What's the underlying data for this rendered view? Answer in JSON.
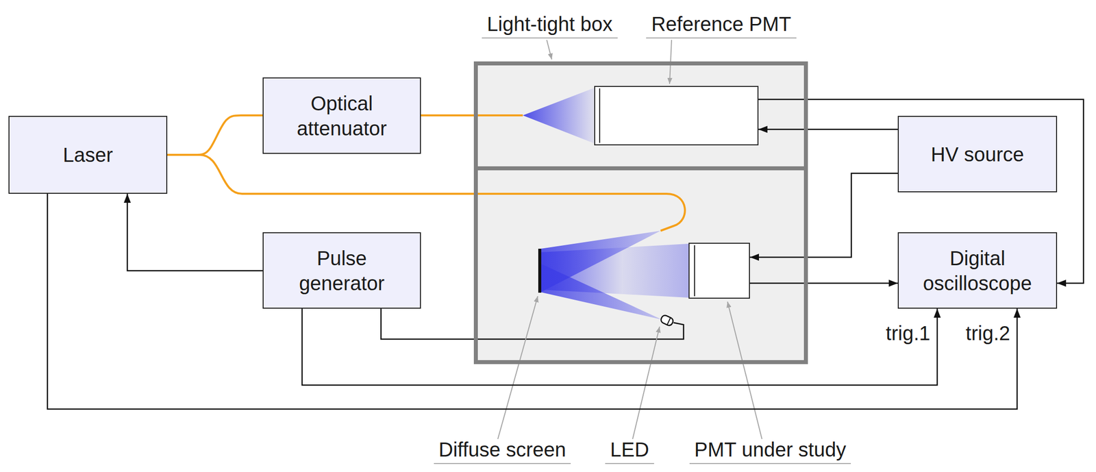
{
  "diagram": {
    "nodes": [
      {
        "text": [
          "Laser"
        ]
      },
      {
        "text": [
          "Optical attenuator"
        ]
      },
      {
        "text": [
          "Pulse generator"
        ]
      },
      {
        "text": [
          "Light-tight box"
        ]
      },
      {
        "text": [
          "Reference PMT"
        ],
        "in": 3
      },
      {
        "text": [
          "PMT under study"
        ],
        "in": 3
      },
      {
        "text": [
          "HV source"
        ]
      },
      {
        "text": [
          "Digital oscilloscope"
        ]
      }
    ],
    "edges": [
      {
        "from": 0,
        "to": 1,
        "arrow": "none"
      },
      {
        "from": 2,
        "to": 0,
        "arrow": "to"
      },
      {
        "from": 2,
        "to": 7,
        "arrow": "to",
        "label": "trig.1"
      },
      {
        "from": 0,
        "to": 7,
        "arrow": "to",
        "label": "trig.2"
      },
      {
        "from": 4,
        "to": 7,
        "arrow": "to"
      },
      {
        "from": 6,
        "to": 4,
        "arrow": "to"
      },
      {
        "from": 6,
        "to": 5,
        "arrow": "to"
      },
      {
        "from": 5,
        "to": 7,
        "arrow": "to"
      }
    ],
    "labels": [
      "Diffuse screen",
      "LED"
    ]
  }
}
